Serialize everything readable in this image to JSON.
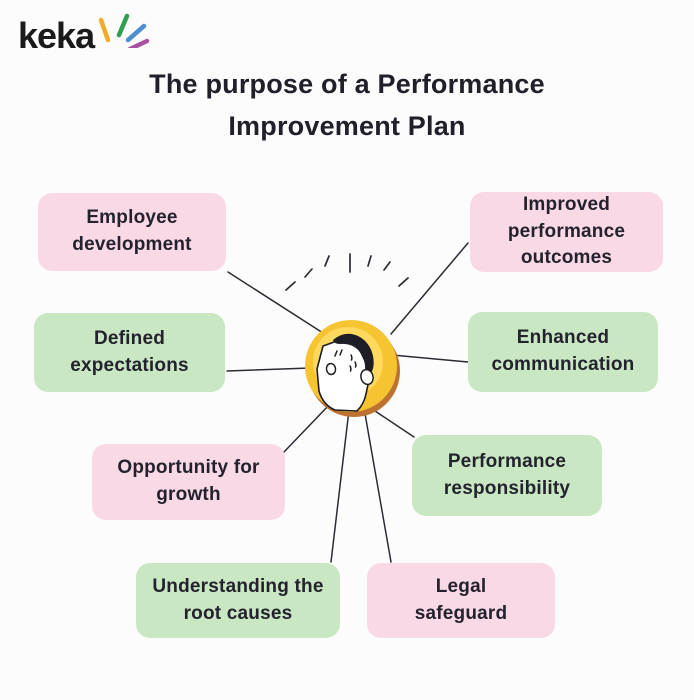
{
  "logo": {
    "text": "keka"
  },
  "title": "The purpose of a Performance Improvement Plan",
  "nodes": [
    {
      "id": "employee-development",
      "label": "Employee development",
      "tone": "pink"
    },
    {
      "id": "improved-performance-outcomes",
      "label": "Improved performance outcomes",
      "tone": "pink"
    },
    {
      "id": "defined-expectations",
      "label": "Defined expectations",
      "tone": "green"
    },
    {
      "id": "enhanced-communication",
      "label": "Enhanced communication",
      "tone": "green"
    },
    {
      "id": "opportunity-for-growth",
      "label": "Opportunity for growth",
      "tone": "pink"
    },
    {
      "id": "performance-responsibility",
      "label": "Performance responsibility",
      "tone": "green"
    },
    {
      "id": "understanding-the-root-causes",
      "label": "Understanding the root causes",
      "tone": "green"
    },
    {
      "id": "legal-safeguard",
      "label": "Legal safeguard",
      "tone": "pink"
    }
  ],
  "illustration": {
    "name": "stressed-person-on-coin"
  },
  "colors": {
    "background": "#FDFCFD",
    "pink_box": "#F9D9E6",
    "green_box": "#C9E7C3",
    "text": "#23222E",
    "line": "#2B2B33",
    "coin_outer": "#F6C331",
    "coin_inner": "#FFD95E",
    "coin_shadow": "#BD7231",
    "spark_yellow": "#F2A92C",
    "spark_green": "#2E9E4F",
    "spark_blue": "#4D8FD1",
    "spark_purple": "#A7519F"
  }
}
